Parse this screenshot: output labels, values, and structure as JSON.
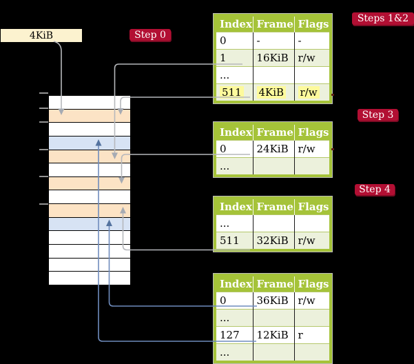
{
  "page_box": {
    "label": "4KiB"
  },
  "badges": {
    "step0": "Step 0",
    "steps12": "Steps 1&2",
    "step3": "Step 3",
    "step4": "Step 4"
  },
  "stack": {
    "rows": [
      "white",
      "orange",
      "white",
      "blue",
      "orange",
      "white",
      "orange",
      "white",
      "orange",
      "blue",
      "white",
      "white",
      "white",
      "white"
    ]
  },
  "tables": {
    "t1": {
      "headers": [
        "Index",
        "Frame",
        "Flags"
      ],
      "rows": [
        {
          "cells": [
            "0",
            "-",
            "-"
          ]
        },
        {
          "cells": [
            "1",
            "16KiB",
            "r/w"
          ]
        },
        {
          "cells": [
            "...",
            "",
            ""
          ]
        },
        {
          "cells": [
            "511",
            "4KiB",
            "r/w"
          ],
          "highlight": true
        }
      ]
    },
    "t2": {
      "headers": [
        "Index",
        "Frame",
        "Flags"
      ],
      "rows": [
        {
          "cells": [
            "0",
            "24KiB",
            "r/w"
          ]
        },
        {
          "cells": [
            "...",
            "",
            ""
          ]
        }
      ]
    },
    "t3": {
      "headers": [
        "Index",
        "Frame",
        "Flags"
      ],
      "rows": [
        {
          "cells": [
            "...",
            "",
            ""
          ]
        },
        {
          "cells": [
            "511",
            "32KiB",
            "r/w"
          ]
        }
      ]
    },
    "t4": {
      "headers": [
        "Index",
        "Frame",
        "Flags"
      ],
      "rows": [
        {
          "cells": [
            "0",
            "36KiB",
            "r/w"
          ]
        },
        {
          "cells": [
            "...",
            "",
            ""
          ]
        },
        {
          "cells": [
            "127",
            "12KiB",
            "r"
          ]
        },
        {
          "cells": [
            "...",
            "",
            ""
          ]
        }
      ]
    }
  },
  "colors": {
    "background": "#000000",
    "badge_red": "#b20f33",
    "table_header_green": "#a5c339",
    "table_row_green": "#ecf1dc",
    "highlight_yellow": "#fdfa9c",
    "page_box_cream": "#fcf2cf",
    "stack_orange": "#fce3c5",
    "stack_blue": "#d7e3f4",
    "arrow_gray": "#b6b8bc",
    "arrow_blue": "#6f8cbd"
  }
}
